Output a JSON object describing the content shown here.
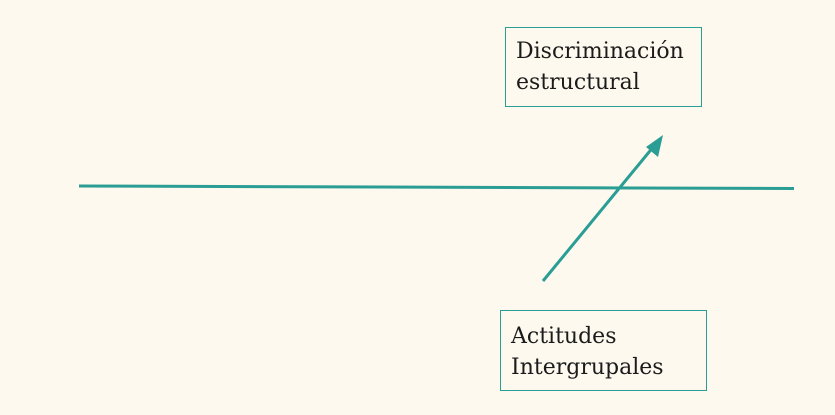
{
  "colors": {
    "background": "#fdf9ee",
    "accent": "#2a9d94",
    "text": "#1b1b1b"
  },
  "nodes": {
    "top": {
      "line1": "Discriminación",
      "line2": "estructural"
    },
    "bottom": {
      "line1": "Actitudes",
      "line2": "Intergrupales"
    }
  }
}
